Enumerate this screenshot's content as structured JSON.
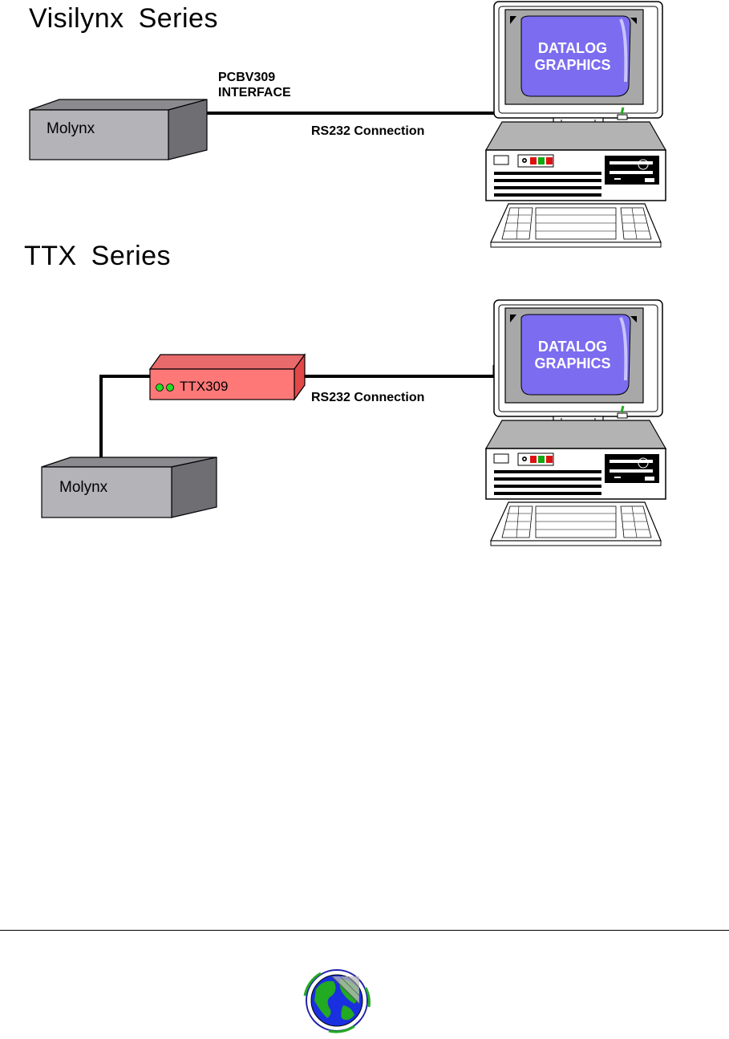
{
  "sections": [
    {
      "title": "Visilynx  Series",
      "device_label": "Molynx",
      "interface_label_line1": "PCBV309",
      "interface_label_line2": "INTERFACE",
      "connection_label": "RS232  Connection",
      "screen_line1": "DATALOG",
      "screen_line2": "GRAPHICS"
    },
    {
      "title": "TTX  Series",
      "device_label": "Molynx",
      "unit_label": "TTX309",
      "connection_label": "RS232  Connection",
      "screen_line1": "DATALOG",
      "screen_line2": "GRAPHICS"
    }
  ],
  "colors": {
    "box_gray": "#b3b3b8",
    "box_dark": "#6e6e73",
    "ttx_red": "#ff7878",
    "ttx_dark": "#e24848",
    "screen_blue": "#7b6cf0",
    "led_green": "#22dd22"
  },
  "footer": {
    "logo_icon": "globe-logo-icon"
  }
}
